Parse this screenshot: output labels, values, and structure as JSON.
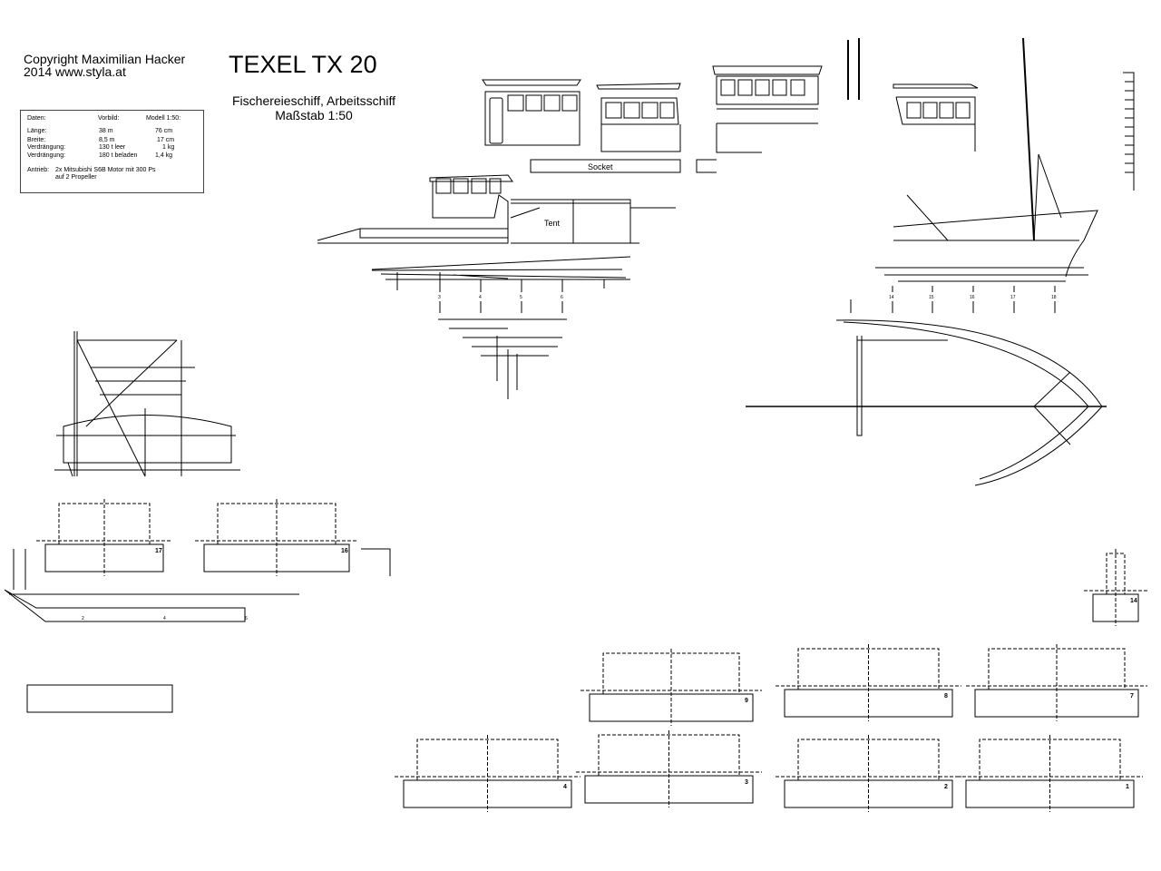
{
  "header": {
    "copyright_line1": "Copyright Maximilian Hacker",
    "copyright_line2": "2014  www.styla.at",
    "title": "TEXEL TX 20",
    "subtitle_line1": "Fischereieschiff, Arbeitsschiff",
    "subtitle_line2": "Maßstab 1:50"
  },
  "data_table": {
    "headers": [
      "Daten:",
      "Vorbild:",
      "Modell 1:50:"
    ],
    "rows": [
      [
        "Länge:",
        "38 m",
        "76 cm"
      ],
      [
        "Breite:",
        "8,5 m",
        "17 cm"
      ],
      [
        "Verdrängung:",
        "130 t leer",
        "1 kg"
      ],
      [
        "Verdrängung:",
        "180 t beladen",
        "1,4 kg"
      ]
    ],
    "drive_label": "Antrieb:",
    "drive_line1": "2x  Mitsubishi S6B Motor mit 300 Ps",
    "drive_line2": "auf 2 Propeller"
  },
  "labels": {
    "socket": "Socket",
    "tent": "Tent"
  },
  "frame_numbers_side": [
    "3",
    "4",
    "5",
    "6"
  ],
  "frame_numbers_bow": [
    "14",
    "15",
    "16",
    "17",
    "18"
  ],
  "keel_numbers": [
    "2",
    "4",
    "6"
  ],
  "frame_parts": [
    "17",
    "16",
    "14",
    "9",
    "8",
    "7",
    "4",
    "3",
    "2",
    "1"
  ]
}
